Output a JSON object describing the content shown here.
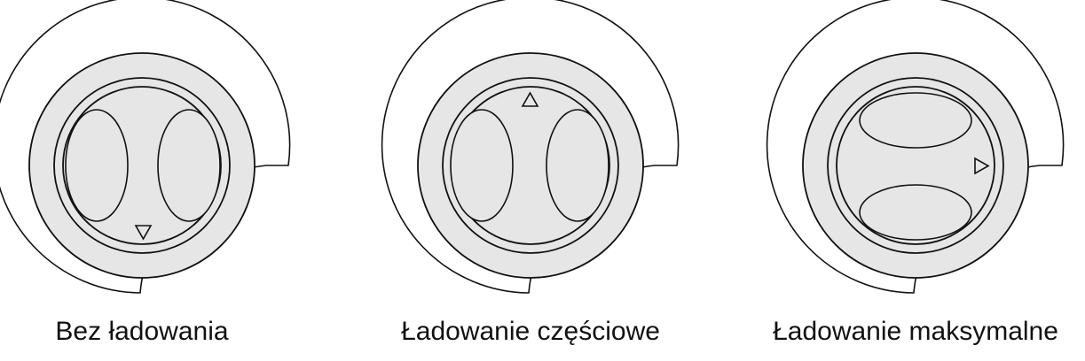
{
  "dials": [
    {
      "id": "no-charge",
      "label": "Bez ładowania",
      "marker": "down",
      "lobes": "vertical"
    },
    {
      "id": "partial-charge",
      "label": "Ładowanie częściowe",
      "marker": "up",
      "lobes": "vertical"
    },
    {
      "id": "max-charge",
      "label": "Ładowanie maksymalne",
      "marker": "right",
      "lobes": "horizontal"
    }
  ],
  "colors": {
    "fill": "#e6e6e6",
    "stroke": "#111111",
    "background": "#ffffff"
  }
}
